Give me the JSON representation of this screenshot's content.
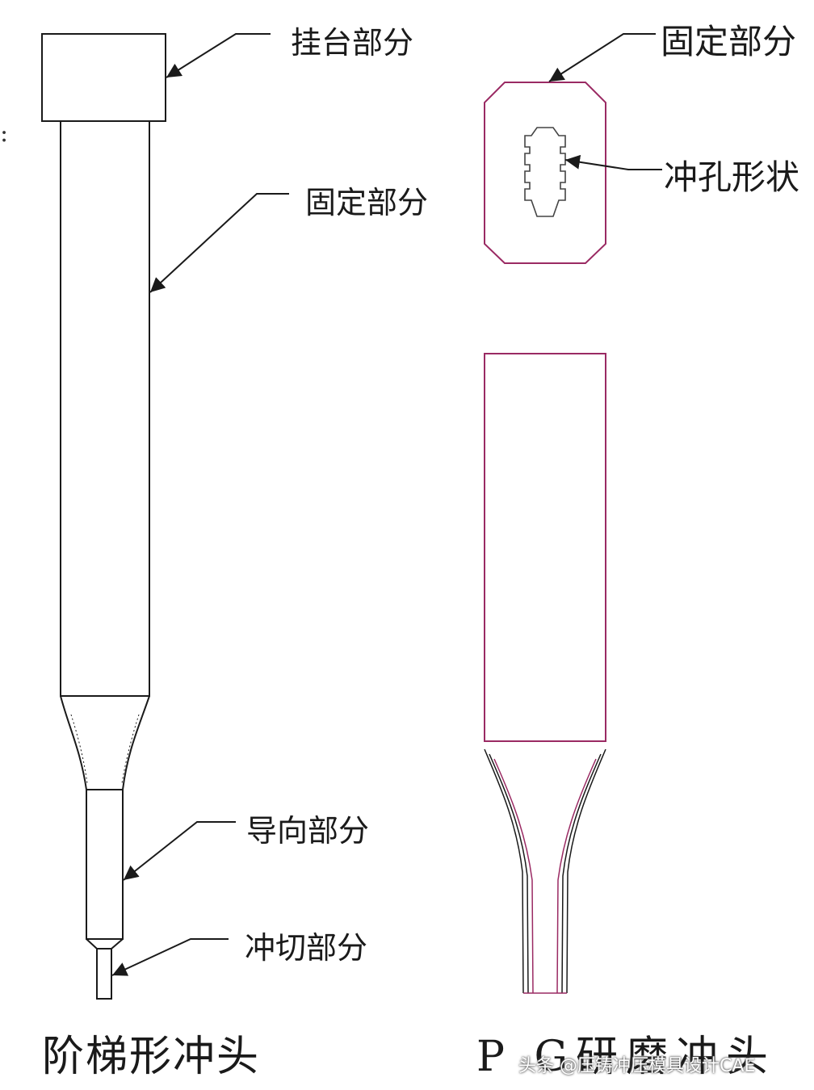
{
  "stepped_punch": {
    "caption": "阶梯形冲头",
    "callouts": {
      "head": "挂台部分",
      "fixed": "固定部分",
      "guide": "导向部分",
      "cutting": "冲切部分"
    }
  },
  "pg_punch": {
    "caption": "P G研磨冲头",
    "callouts": {
      "fixed": "固定部分",
      "hole_shape": "冲孔形状"
    }
  },
  "watermark": "头条 @压铸冲压模具设计CAE",
  "colors": {
    "line": "#1a1a1a",
    "pg_outline": "#9a2a63",
    "background": "#ffffff"
  }
}
